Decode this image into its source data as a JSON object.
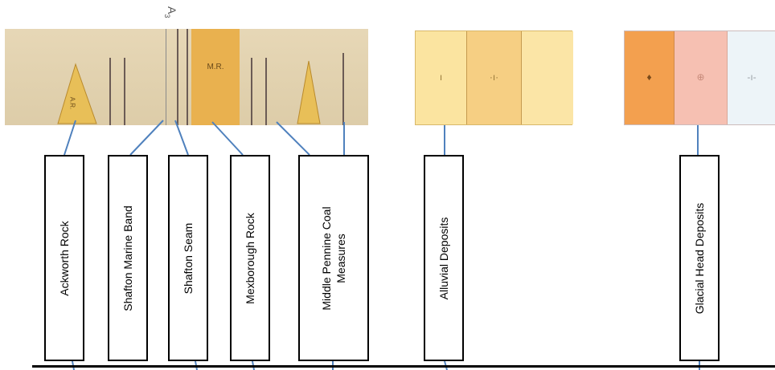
{
  "map": {
    "marker": "A",
    "marker_sub": "3",
    "ar_abbrev": "A.R.",
    "mr_abbrev": "M.R."
  },
  "symbols": {
    "alluvial": [
      "ı",
      "·ı·",
      ""
    ],
    "glacial": [
      "♦",
      "⊕",
      "-ı-"
    ]
  },
  "colors": {
    "ackworth": "#e8bf58",
    "mexborough": "#e9b14f",
    "alluvial": [
      "#fbe4a0",
      "#f6cf83",
      "#fbe5a6"
    ],
    "glacial": [
      "#f3a04f",
      "#f6c0b2",
      "#edf4f8"
    ],
    "connector": "#4f81bd"
  },
  "labels": [
    {
      "id": "ackworth-rock",
      "text": "Ackworth Rock"
    },
    {
      "id": "shafton-marine-band",
      "text": "Shafton Marine Band"
    },
    {
      "id": "shafton-seam",
      "text": "Shafton Seam"
    },
    {
      "id": "mexborough-rock",
      "text": "Mexborough Rock"
    },
    {
      "id": "middle-pennine-coal-measures",
      "text": "Middle Pennine Coal Measures"
    },
    {
      "id": "alluvial-deposits",
      "text": "Alluvial Deposits"
    },
    {
      "id": "glacial-head-deposits",
      "text": "Glacial Head Deposits"
    }
  ]
}
